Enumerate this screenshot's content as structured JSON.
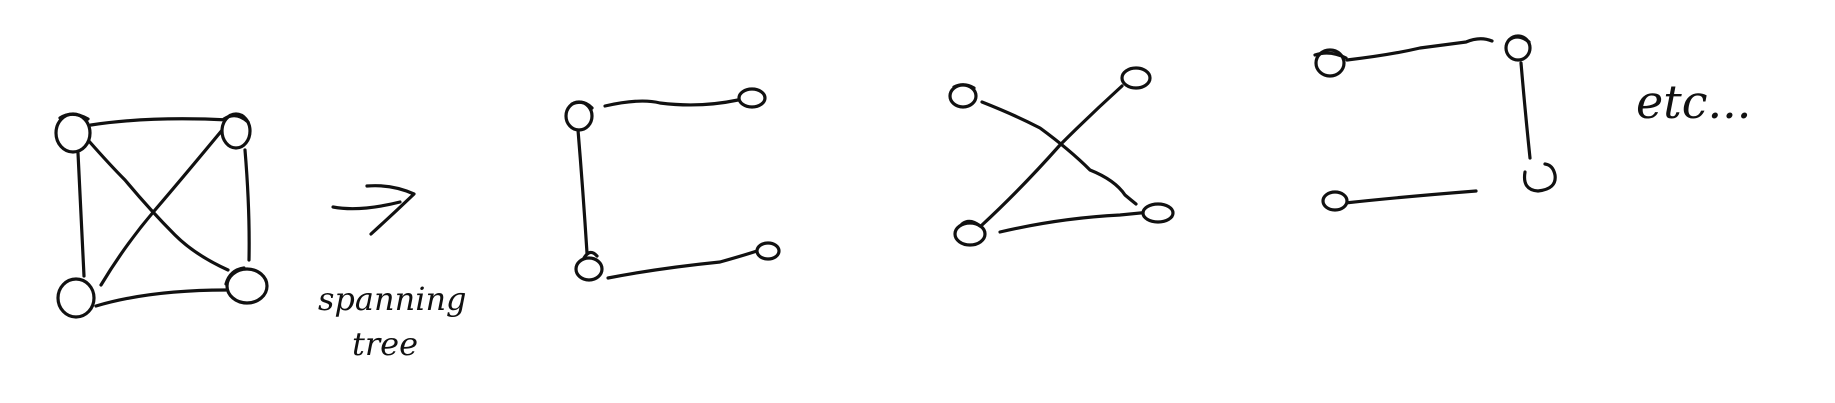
{
  "labels": {
    "arrow_caption_line1": "spanning",
    "arrow_caption_line2": "tree",
    "etc": "etc..."
  },
  "diagram": {
    "source_graph": {
      "nodes": [
        "top-left",
        "top-right",
        "bottom-left",
        "bottom-right"
      ],
      "edges": [
        [
          "top-left",
          "top-right"
        ],
        [
          "top-left",
          "bottom-left"
        ],
        [
          "top-right",
          "bottom-right"
        ],
        [
          "bottom-left",
          "bottom-right"
        ],
        [
          "top-left",
          "bottom-right"
        ],
        [
          "top-right",
          "bottom-left"
        ]
      ]
    },
    "spanning_trees": [
      {
        "edges": [
          [
            "top-left",
            "top-right"
          ],
          [
            "top-left",
            "bottom-left"
          ],
          [
            "bottom-left",
            "bottom-right"
          ]
        ]
      },
      {
        "edges": [
          [
            "top-left",
            "bottom-right"
          ],
          [
            "top-right",
            "bottom-left"
          ],
          [
            "bottom-left",
            "bottom-right"
          ]
        ]
      },
      {
        "edges": [
          [
            "top-left",
            "top-right"
          ],
          [
            "top-right",
            "bottom-right"
          ],
          [
            "bottom-left",
            "bottom-right"
          ]
        ]
      }
    ]
  }
}
